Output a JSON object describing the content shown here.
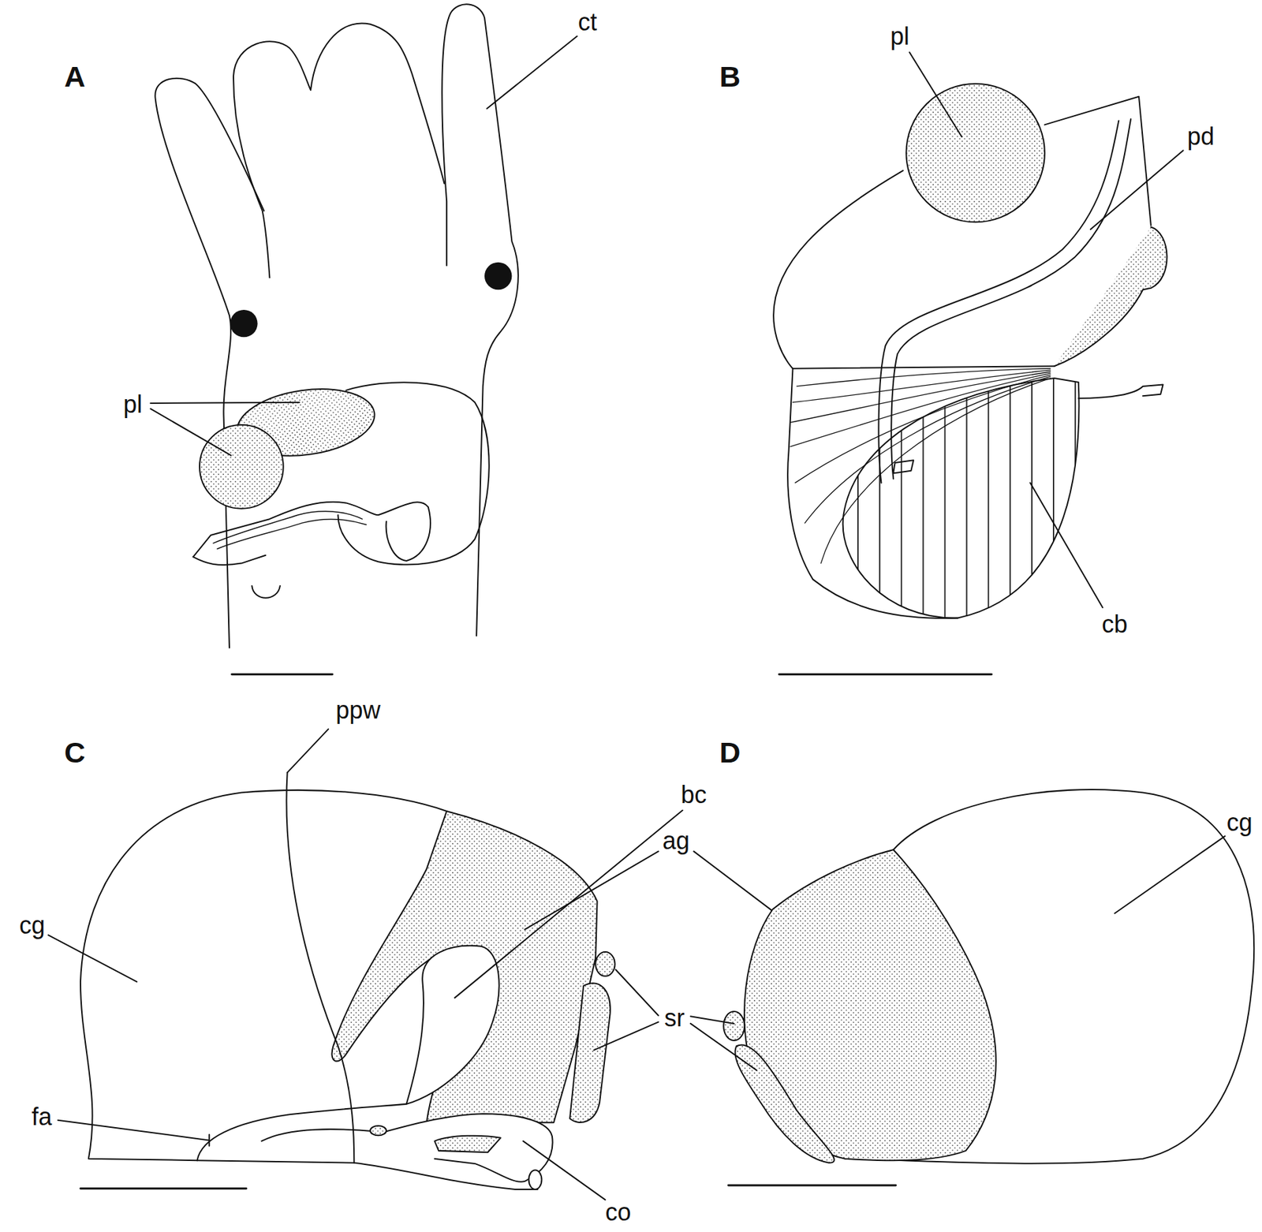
{
  "diagram": {
    "labels": [
      "A",
      "ct",
      "pl",
      "B",
      "pl",
      "pd",
      "cb",
      "ppw",
      "C",
      "D",
      "bc",
      "ag",
      "cg",
      "sr",
      "cg",
      "fa",
      "co"
    ]
  }
}
